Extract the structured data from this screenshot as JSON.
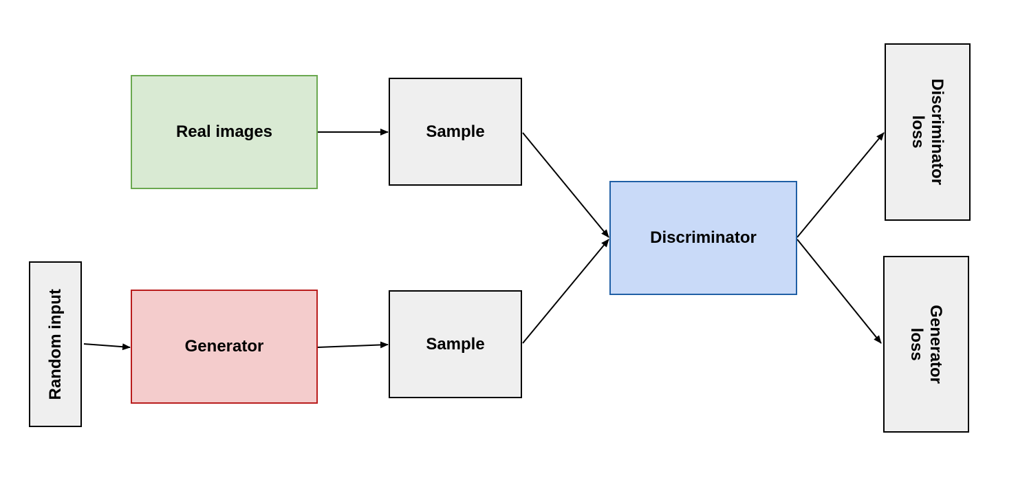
{
  "diagram": {
    "nodes": {
      "random_input": "Random input",
      "real_images": "Real images",
      "generator": "Generator",
      "sample_real": "Sample",
      "sample_fake": "Sample",
      "discriminator": "Discriminator",
      "discriminator_loss": [
        "Discriminator",
        "loss"
      ],
      "generator_loss": [
        "Generator",
        "loss"
      ]
    },
    "edges": [
      {
        "from": "random_input",
        "to": "generator"
      },
      {
        "from": "real_images",
        "to": "sample_real"
      },
      {
        "from": "generator",
        "to": "sample_fake"
      },
      {
        "from": "sample_real",
        "to": "discriminator"
      },
      {
        "from": "sample_fake",
        "to": "discriminator"
      },
      {
        "from": "discriminator",
        "to": "discriminator_loss"
      },
      {
        "from": "discriminator",
        "to": "generator_loss"
      }
    ],
    "colors": {
      "real_images_fill": "#d9ead3",
      "real_images_border": "#6aa84f",
      "generator_fill": "#f4cccc",
      "generator_border": "#b91c1c",
      "discriminator_fill": "#c9daf8",
      "discriminator_border": "#1f5fa5",
      "neutral_fill": "#efefef",
      "arrow": "#000000"
    }
  }
}
